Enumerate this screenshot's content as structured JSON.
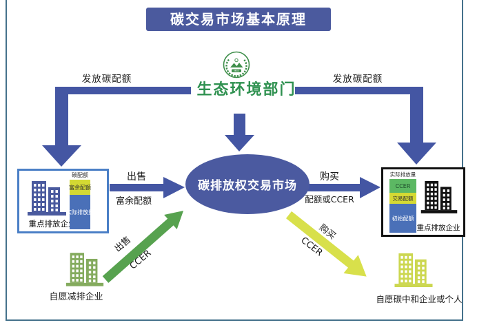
{
  "title": {
    "text": "碳交易市场基本原理"
  },
  "regulator": {
    "name": "生态环境部门",
    "logo": "mee-emblem-icon",
    "logo_text": "MEE"
  },
  "allocation": {
    "left_label": "发放碳配额",
    "right_label": "发放碳配额"
  },
  "market": {
    "name": "碳排放权交易市场"
  },
  "left_enterprise": {
    "name": "重点排放企业",
    "bar_top_label": "碳配额",
    "segments": [
      {
        "label": "富余配额",
        "color": "#d4d933"
      },
      {
        "label": "实际排放量",
        "color": "#4a70b8"
      }
    ]
  },
  "right_enterprise": {
    "name": "重点排放企业",
    "bar_top_label": "实际排放量",
    "segments": [
      {
        "label": "CCER",
        "color": "#5cb863"
      },
      {
        "label": "交易配额",
        "color": "#d4d933"
      },
      {
        "label": "初始配额",
        "color": "#4a70b8"
      }
    ]
  },
  "voluntary_reducer": {
    "name": "自愿减排企业"
  },
  "voluntary_offsetter": {
    "name": "自愿碳中和企业或个人"
  },
  "flows": {
    "sell_surplus": {
      "action": "出售",
      "object": "富余配额"
    },
    "buy_quota": {
      "action": "购买",
      "object": "配额或CCER"
    },
    "sell_ccer": {
      "action": "出售",
      "object": "CCER"
    },
    "buy_ccer": {
      "action": "购买",
      "object": "CCER"
    }
  },
  "colors": {
    "primary_blue": "#4b5aa0",
    "arrow_blue": "#4456a3",
    "bar_blue": "#4a70b8",
    "bar_yellow": "#d4d933",
    "bar_green": "#5cb863",
    "regulator_green": "#2f9150",
    "ccer_arrow_green": "#57a24f",
    "ccer_arrow_yellow": "#d8e04b",
    "left_box_border": "#4a7fc6",
    "right_box_border": "#111111",
    "frame_border": "#44718b"
  }
}
